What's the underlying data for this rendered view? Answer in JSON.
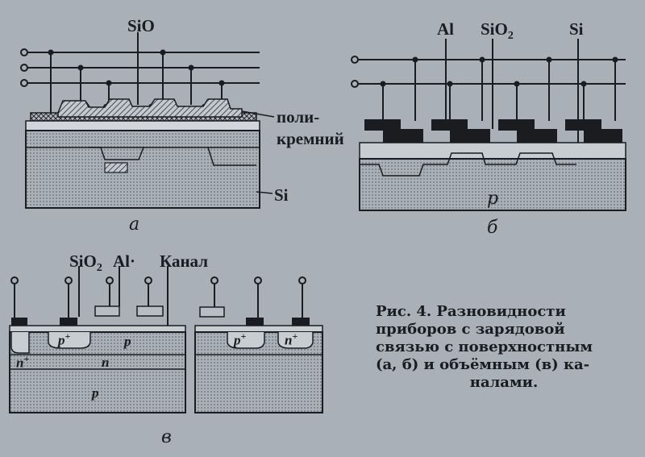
{
  "panel_a": {
    "label_top": "SiO",
    "label_poly_1": "поли-",
    "label_poly_2": "кремний",
    "label_si": "Si",
    "letter": "a"
  },
  "panel_b": {
    "label_al": "Al",
    "label_sio2": "SiO",
    "label_sio2_sub": "2",
    "label_si": "Si",
    "label_p": "p",
    "letter": "б"
  },
  "panel_v": {
    "label_sio2": "SiO",
    "label_sio2_sub": "2",
    "label_al": "Al·",
    "label_channel": "Канал",
    "label_n_plus": "n",
    "label_n_plus_sup": "+",
    "label_p_plus": "p",
    "label_p_plus_sup": "+",
    "label_p": "p",
    "label_n": "n",
    "label_p_sub": "p",
    "letter": "в"
  },
  "caption": {
    "line1": "Рис.   4.   Разновидности",
    "line2": "приборов  с  зарядовой",
    "line3": "связью  с  поверхностным",
    "line4": "(а,  б)  и  объёмным  (в)  ка-",
    "line5": "налами."
  },
  "colors": {
    "paper": "#a9b0b7",
    "ink": "#1a1c20",
    "hatch": "#6f757c"
  }
}
